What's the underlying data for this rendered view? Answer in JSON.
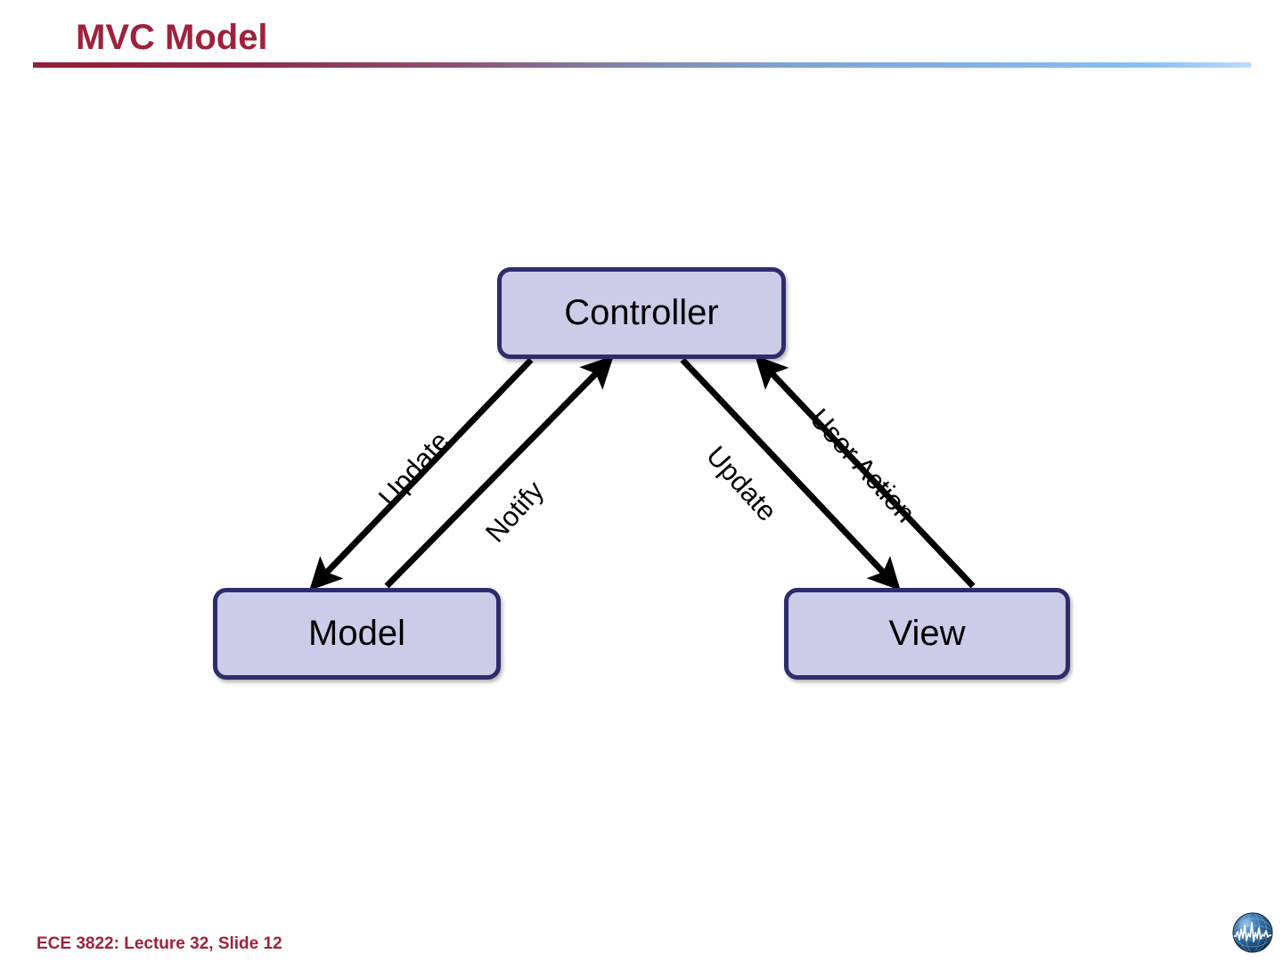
{
  "slide": {
    "title": "MVC Model",
    "title_color": "#9E223B",
    "background": "#ffffff",
    "rule_gradient_from": "#93213A",
    "rule_gradient_to": "#BEDCFB"
  },
  "diagram": {
    "type": "flow-diagram",
    "node_fill": "#CCCCE9",
    "node_border": "#2D2D6B",
    "arrow_color": "#000000",
    "nodes": [
      {
        "id": "controller",
        "label": "Controller"
      },
      {
        "id": "model",
        "label": "Model"
      },
      {
        "id": "view",
        "label": "View"
      }
    ],
    "edges": [
      {
        "id": "controller-to-model",
        "label": "Update",
        "from": "controller",
        "to": "model"
      },
      {
        "id": "model-to-controller",
        "label": "Notify",
        "from": "model",
        "to": "controller"
      },
      {
        "id": "controller-to-view",
        "label": "Update",
        "from": "controller",
        "to": "view"
      },
      {
        "id": "view-to-controller",
        "label": "User Action",
        "from": "view",
        "to": "controller"
      }
    ]
  },
  "footer": {
    "text": "ECE 3822: Lecture 32, Slide 12",
    "color": "#9E223B",
    "logo": "globe-waveform-logo"
  }
}
